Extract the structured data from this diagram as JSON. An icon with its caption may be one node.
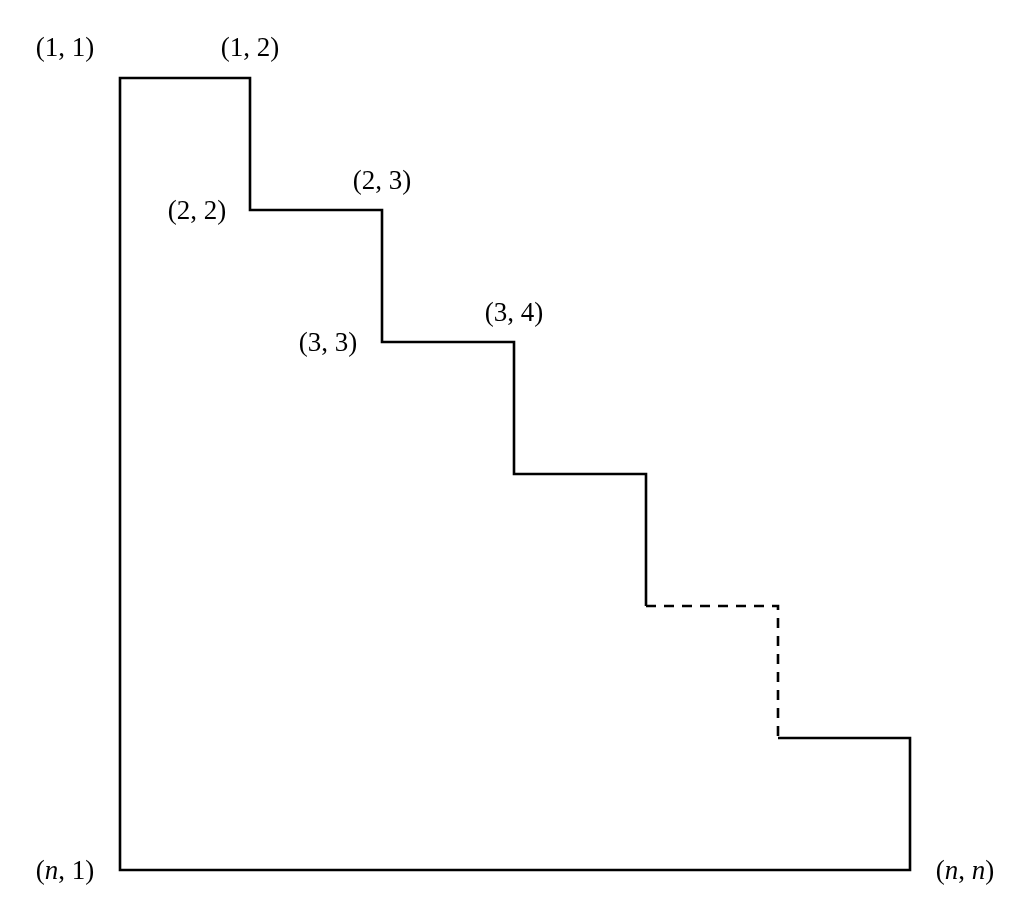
{
  "diagram": {
    "labels": [
      "(1, 1)",
      "(1, 2)",
      "(2, 3)",
      "(2, 2)",
      "(3, 4)",
      "(3, 3)",
      "(*n*, 1)",
      "(*n*, *n*)"
    ]
  }
}
